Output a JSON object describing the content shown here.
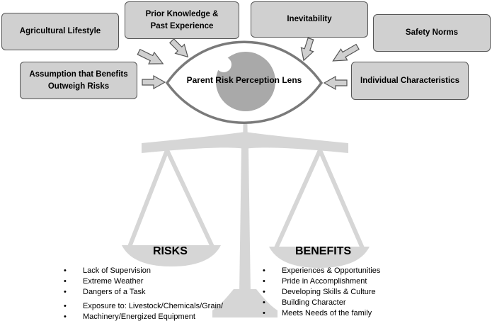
{
  "influences": {
    "agricultural_lifestyle": "Agricultural Lifestyle",
    "prior_knowledge": [
      "Prior Knowledge &",
      "Past Experience"
    ],
    "inevitability": "Inevitability",
    "safety_norms": "Safety Norms",
    "assumption": [
      "Assumption that Benefits",
      "Outweigh Risks"
    ],
    "individual_characteristics": "Individual Characteristics"
  },
  "lens_label": "Parent Risk Perception Lens",
  "risks": {
    "title": "RISKS",
    "items": [
      "Lack of Supervision",
      "Extreme Weather",
      "Dangers of a Task",
      "Exposure to: Livestock/Chemicals/Grain/",
      "Machinery/Energized Equipment"
    ]
  },
  "benefits": {
    "title": "BENEFITS",
    "items": [
      "Experiences & Opportunities",
      "Pride in Accomplishment",
      "Developing Skills & Culture",
      "Building Character",
      "Meets Needs of the family"
    ]
  },
  "colors": {
    "box_fill": "#d0d0d0",
    "box_border": "#555555",
    "iris": "#a9a9a9",
    "scale": "#d6d6d6"
  }
}
